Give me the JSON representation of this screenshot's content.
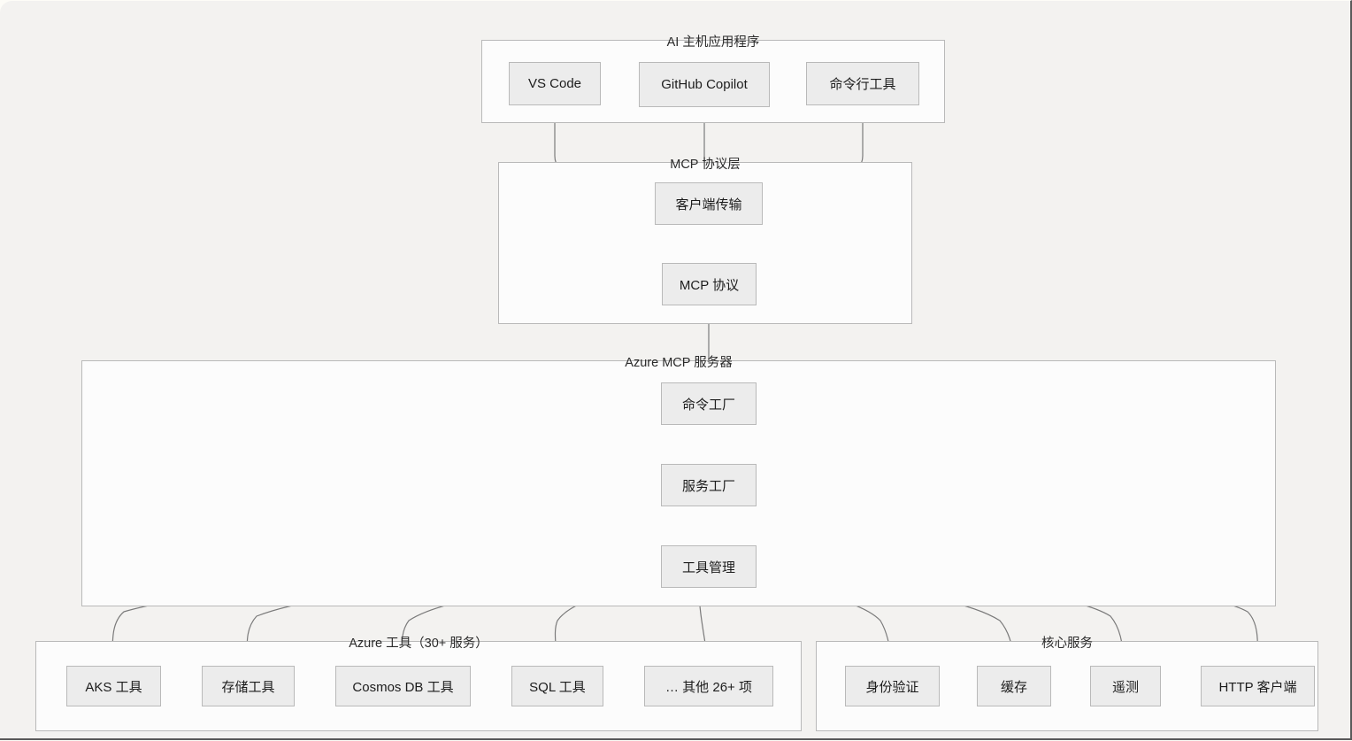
{
  "diagram": {
    "type": "flowchart",
    "direction": "top-down",
    "background_color": "#f3f2f0",
    "cluster_fill": "#fcfcfc",
    "node_fill": "#ececec",
    "border_color": "#b9b9b9",
    "edge_color": "#7a7a7a",
    "clusters": [
      {
        "id": "ai-host",
        "label": "AI 主机应用程序",
        "nodes": [
          {
            "id": "vscode",
            "label": "VS Code"
          },
          {
            "id": "copilot",
            "label": "GitHub Copilot"
          },
          {
            "id": "cli",
            "label": "命令行工具"
          }
        ]
      },
      {
        "id": "mcp-layer",
        "label": "MCP 协议层",
        "nodes": [
          {
            "id": "client-transport",
            "label": "客户端传输"
          },
          {
            "id": "mcp-protocol",
            "label": "MCP 协议"
          }
        ]
      },
      {
        "id": "azure-mcp-server",
        "label": "Azure MCP 服务器",
        "nodes": [
          {
            "id": "command-factory",
            "label": "命令工厂"
          },
          {
            "id": "service-factory",
            "label": "服务工厂"
          },
          {
            "id": "tool-management",
            "label": "工具管理"
          }
        ]
      },
      {
        "id": "azure-tools",
        "label": "Azure 工具（30+ 服务）",
        "nodes": [
          {
            "id": "aks-tools",
            "label": "AKS 工具"
          },
          {
            "id": "storage-tools",
            "label": "存储工具"
          },
          {
            "id": "cosmos-tools",
            "label": "Cosmos DB 工具"
          },
          {
            "id": "sql-tools",
            "label": "SQL 工具"
          },
          {
            "id": "other-tools",
            "label": "… 其他 26+ 项"
          }
        ]
      },
      {
        "id": "core-services",
        "label": "核心服务",
        "nodes": [
          {
            "id": "auth",
            "label": "身份验证"
          },
          {
            "id": "cache",
            "label": "缓存"
          },
          {
            "id": "telemetry",
            "label": "遥测"
          },
          {
            "id": "http-client",
            "label": "HTTP 客户端"
          }
        ]
      }
    ],
    "edges": [
      {
        "from": "vscode",
        "to": "client-transport"
      },
      {
        "from": "copilot",
        "to": "client-transport"
      },
      {
        "from": "cli",
        "to": "client-transport"
      },
      {
        "from": "client-transport",
        "to": "mcp-protocol"
      },
      {
        "from": "mcp-protocol",
        "to": "command-factory"
      },
      {
        "from": "command-factory",
        "to": "service-factory"
      },
      {
        "from": "service-factory",
        "to": "tool-management"
      },
      {
        "from": "tool-management",
        "to": "aks-tools"
      },
      {
        "from": "tool-management",
        "to": "storage-tools"
      },
      {
        "from": "tool-management",
        "to": "cosmos-tools"
      },
      {
        "from": "tool-management",
        "to": "sql-tools"
      },
      {
        "from": "tool-management",
        "to": "other-tools"
      },
      {
        "from": "tool-management",
        "to": "auth"
      },
      {
        "from": "tool-management",
        "to": "cache"
      },
      {
        "from": "tool-management",
        "to": "telemetry"
      },
      {
        "from": "tool-management",
        "to": "http-client"
      }
    ]
  }
}
